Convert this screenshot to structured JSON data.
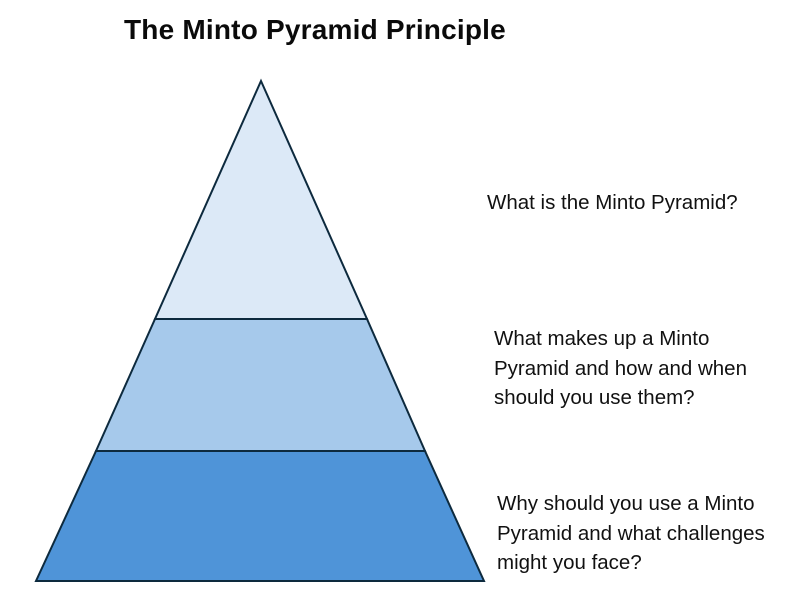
{
  "title": "The Minto Pyramid Principle",
  "pyramid": {
    "tiers": [
      {
        "name": "top",
        "color": "#dce9f7",
        "label": "What is the Minto Pyramid?"
      },
      {
        "name": "middle",
        "color": "#a6c9eb",
        "label": "What makes up a Minto Pyramid and how and when should you use them?"
      },
      {
        "name": "bottom",
        "color": "#4f94d8",
        "label": "Why should you use a Minto Pyramid and what challenges might you face?"
      }
    ],
    "outline_color": "#0d2a3e"
  }
}
